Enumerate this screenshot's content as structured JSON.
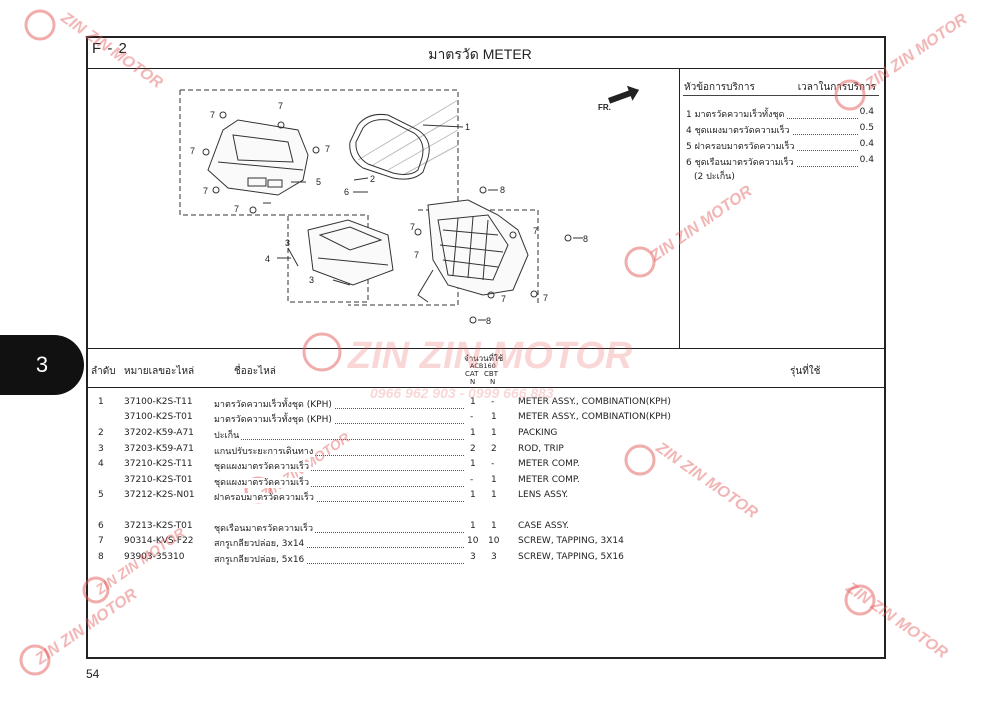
{
  "header": {
    "page_code": "F - 2",
    "title": "มาตรวัด   METER"
  },
  "tab": {
    "label": "3"
  },
  "page_number": "54",
  "diagram": {
    "callouts": [
      "1",
      "2",
      "3",
      "3",
      "4",
      "5",
      "6",
      "7",
      "7",
      "7",
      "7",
      "7",
      "7",
      "7",
      "7",
      "7",
      "7",
      "7",
      "8",
      "8",
      "8"
    ],
    "fr_label": "FR."
  },
  "service": {
    "header_item": "หัวข้อการบริการ",
    "header_time": "เวลาในการบริการ",
    "rows": [
      {
        "text": "1 มาตรวัดความเร็วทั้งชุด",
        "value": "0.4"
      },
      {
        "text": "4 ชุดแผงมาตรวัดความเร็ว",
        "value": "0.5"
      },
      {
        "text": "5 ฝาครอบมาตรวัดความเร็ว",
        "value": "0.4"
      },
      {
        "text": "6 ชุดเรือนมาตรวัดความเร็ว",
        "value": "0.4"
      },
      {
        "text": "(2 ปะเก็น)",
        "value": ""
      }
    ]
  },
  "table": {
    "headers": {
      "index": "ลำดับ",
      "part_no": "หมายเลขอะไหล่",
      "name": "ชื่ออะไหล่",
      "qty": "จำนวนที่ใช้",
      "model": "ACB160",
      "cat": "CAT",
      "cbt": "CBT",
      "n1": "N",
      "n2": "N",
      "used_in": "รุ่นที่ใช้"
    },
    "rows": [
      {
        "idx": "1",
        "part": "37100-K2S-T11",
        "name": "มาตรวัดความเร็วทั้งชุด (KPH)",
        "cat": "1",
        "cbt": "-",
        "desc": "METER ASSY., COMBINATION(KPH)"
      },
      {
        "idx": "",
        "part": "37100-K2S-T01",
        "name": "มาตรวัดความเร็วทั้งชุด (KPH)",
        "cat": "-",
        "cbt": "1",
        "desc": "METER ASSY., COMBINATION(KPH)"
      },
      {
        "idx": "2",
        "part": "37202-K59-A71",
        "name": "ปะเก็น",
        "cat": "1",
        "cbt": "1",
        "desc": "PACKING"
      },
      {
        "idx": "3",
        "part": "37203-K59-A71",
        "name": "แกนปรับระยะการเดินทาง",
        "cat": "2",
        "cbt": "2",
        "desc": "ROD, TRIP"
      },
      {
        "idx": "4",
        "part": "37210-K2S-T11",
        "name": "ชุดแผงมาตรวัดความเร็ว",
        "cat": "1",
        "cbt": "-",
        "desc": "METER COMP."
      },
      {
        "idx": "",
        "part": "37210-K2S-T01",
        "name": "ชุดแผงมาตรวัดความเร็ว",
        "cat": "-",
        "cbt": "1",
        "desc": "METER COMP."
      },
      {
        "idx": "5",
        "part": "37212-K2S-N01",
        "name": "ฝาครอบมาตรวัดความเร็ว",
        "cat": "1",
        "cbt": "1",
        "desc": "LENS ASSY."
      },
      {
        "idx": "6",
        "part": "37213-K2S-T01",
        "name": "ชุดเรือนมาตรวัดความเร็ว",
        "cat": "1",
        "cbt": "1",
        "desc": "CASE ASSY."
      },
      {
        "idx": "7",
        "part": "90314-KVS-F22",
        "name": "สกรูเกลียวปล่อย, 3x14",
        "cat": "10",
        "cbt": "10",
        "desc": "SCREW, TAPPING, 3X14"
      },
      {
        "idx": "8",
        "part": "93903-35310",
        "name": "สกรูเกลียวปล่อย, 5x16",
        "cat": "3",
        "cbt": "3",
        "desc": "SCREW, TAPPING, 5X16"
      }
    ]
  },
  "watermark": {
    "brand": "ZIN ZIN MOTOR",
    "phone": "0966 962 903 - 0999 666 883",
    "color": "#e35a5a"
  }
}
